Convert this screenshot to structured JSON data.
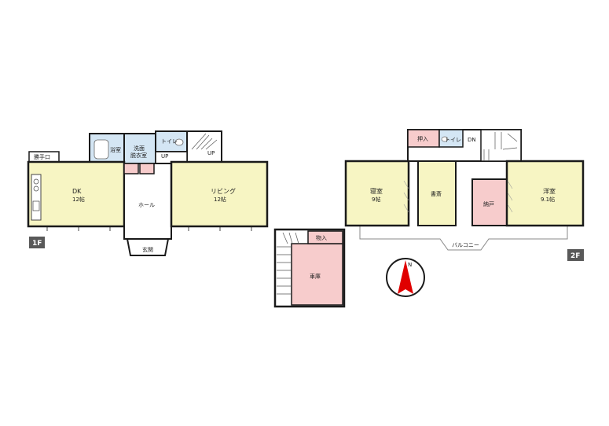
{
  "floors": {
    "f1": {
      "badge": "1F",
      "rooms": {
        "dk": {
          "name": "DK",
          "size": "12帖"
        },
        "living": {
          "name": "リビング",
          "size": "12帖"
        },
        "hall": {
          "name": "ホール"
        },
        "entrance": {
          "name": "玄関"
        },
        "bath": {
          "name": "浴室"
        },
        "washroom": {
          "name": "洗面",
          "name2": "脱衣室"
        },
        "toilet": {
          "name": "トイレ"
        },
        "back_door": {
          "name": "勝手口"
        },
        "up1": "UP",
        "up2": "UP"
      }
    },
    "f2": {
      "badge": "2F",
      "rooms": {
        "bedroom": {
          "name": "寝室",
          "size": "9帖"
        },
        "study": {
          "name": "書斎"
        },
        "closet": {
          "name": "納戸"
        },
        "western": {
          "name": "洋室",
          "size": "9.1帖"
        },
        "oshiire": {
          "name": "押入"
        },
        "toilet": {
          "name": "トイレ"
        },
        "dn": "DN",
        "balcony": {
          "name": "バルコニー"
        }
      }
    },
    "garage": {
      "storage": {
        "name": "物入"
      },
      "garage": {
        "name": "車庫"
      }
    }
  },
  "compass": {
    "label": "N"
  },
  "colors": {
    "room_yellow": "#f7f5c3",
    "room_pink": "#f7cccc",
    "room_blue": "#d4e6f4",
    "wall": "#1a1a1a",
    "badge": "#595959",
    "compass_arrow": "#e00000"
  }
}
